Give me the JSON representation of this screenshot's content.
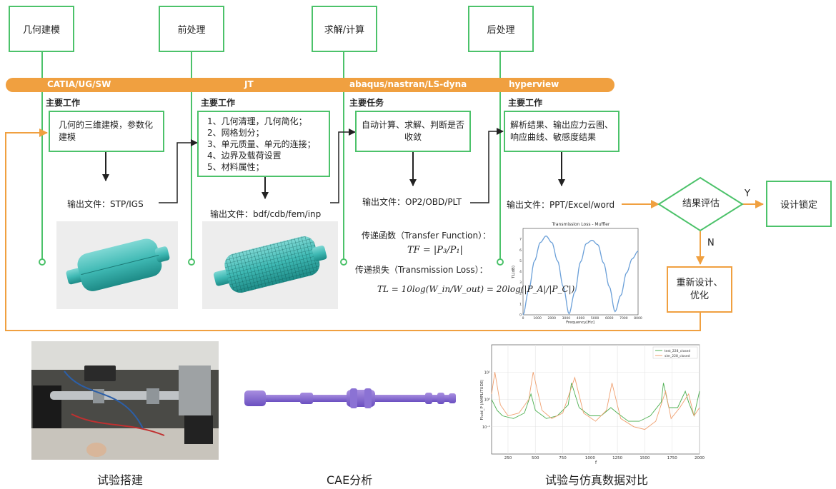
{
  "stages": [
    {
      "label": "几何建模",
      "tool": "CATIA/UG/SW",
      "section": "主要工作",
      "task": "几何的三维建模，参数化\n建模",
      "output": "输出文件：STP/IGS"
    },
    {
      "label": "前处理",
      "tool": "JT",
      "section": "主要工作",
      "task": "1、几何清理，几何简化；\n2、网格划分；\n3、单元质量、单元的连接；\n4、边界及载荷设置\n5、材料属性；",
      "output": "输出文件：bdf/cdb/fem/inp"
    },
    {
      "label": "求解/计算",
      "tool": "abaqus/nastran/LS-dyna",
      "section": "主要任务",
      "task": "自动计算、求解、判断是否\n收敛",
      "output": "输出文件：OP2/OBD/PLT"
    },
    {
      "label": "后处理",
      "tool": "hyperview",
      "section": "主要工作",
      "task": "解析结果、输出应力云图、\n响应曲线、敏感度结果",
      "output": "输出文件：PPT/Excel/word"
    }
  ],
  "formulas": {
    "tf_label": "传递函数（Transfer Function）：",
    "tf_eq": "TF = |P₃/P₁|",
    "tl_label": "传递损失（Transmission Loss）：",
    "tl_eq": "TL = 10log(W_in/W_out) = 20log(|P_A|/|P_C|)"
  },
  "decision": {
    "evaluate": "结果评估",
    "yes": "Y",
    "no": "N",
    "lock": "设计锁定",
    "redesign": "重新设计、\n优化"
  },
  "captions": {
    "test": "试验搭建",
    "cae": "CAE分析",
    "compare": "试验与仿真数据对比"
  },
  "colors": {
    "green": "#4cc26a",
    "orange": "#f0a040",
    "dark": "#222222"
  },
  "chart_data": [
    {
      "type": "line",
      "title": "Transmission Loss - Muffler",
      "xlabel": "Frequency[Hz]",
      "ylabel": "TL(dB)",
      "xlim": [
        0,
        8000
      ],
      "ylim": [
        0,
        8
      ],
      "x_ticks": [
        "0",
        "1000",
        "2000",
        "3000",
        "4000",
        "5000",
        "6000",
        "7000",
        "8000"
      ],
      "y_ticks": [
        "0",
        "1",
        "2",
        "3",
        "4",
        "5",
        "6",
        "7"
      ],
      "series": [
        {
          "x": [
            0,
            400,
            800,
            1200,
            1600,
            2000,
            2400,
            2800,
            3200,
            3600,
            4000,
            4400,
            4800,
            5200,
            5600,
            6000,
            6400,
            6800,
            7200,
            7600,
            8000
          ],
          "y": [
            0.0,
            2.3,
            5.0,
            6.7,
            7.3,
            6.7,
            5.0,
            2.6,
            0.1,
            2.1,
            4.9,
            6.6,
            6.9,
            6.5,
            4.8,
            2.6,
            0.3,
            1.8,
            3.9,
            5.2,
            5.9
          ]
        }
      ]
    },
    {
      "type": "line",
      "xlabel": "f",
      "ylabel": "Fluid_P (AMPLITUDE)",
      "xlim": [
        100,
        2000
      ],
      "ylim_log10": [
        -2,
        2
      ],
      "scale": "log",
      "x_ticks": [
        "250",
        "500",
        "750",
        "1000",
        "1250",
        "1500",
        "1750",
        "2000"
      ],
      "y_ticks": [
        "10¹",
        "10⁰",
        "10⁻¹"
      ],
      "series": [
        {
          "name": "test_228_closed",
          "color": "#4caf50",
          "x": [
            100,
            150,
            200,
            300,
            400,
            460,
            500,
            600,
            700,
            800,
            830,
            900,
            1000,
            1100,
            1190,
            1250,
            1350,
            1450,
            1550,
            1650,
            1670,
            1720,
            1800,
            1870,
            1900,
            1950,
            2000
          ],
          "y": [
            0.0,
            -0.4,
            -0.6,
            -0.7,
            -0.5,
            0.2,
            -0.4,
            -0.7,
            -0.6,
            -0.2,
            0.6,
            -0.3,
            -0.6,
            -0.6,
            -0.3,
            -0.5,
            -0.8,
            -0.8,
            -0.6,
            -0.1,
            0.6,
            -0.3,
            -0.3,
            0.3,
            -0.1,
            -0.6,
            0.3
          ]
        },
        {
          "name": "sim_228_closed",
          "color": "#f0a070",
          "x": [
            100,
            130,
            180,
            250,
            350,
            440,
            480,
            560,
            650,
            750,
            860,
            940,
            1050,
            1150,
            1200,
            1280,
            1400,
            1500,
            1600,
            1690,
            1740,
            1820,
            1900,
            1950,
            2000
          ],
          "y": [
            0.2,
            1.0,
            -0.2,
            -0.6,
            -0.5,
            0.0,
            1.0,
            -0.4,
            -0.7,
            -0.5,
            0.8,
            -0.5,
            -0.8,
            -0.4,
            0.6,
            -0.7,
            -1.0,
            -1.1,
            -0.8,
            0.3,
            -0.7,
            -0.3,
            0.2,
            -0.6,
            -0.3
          ]
        }
      ]
    }
  ]
}
